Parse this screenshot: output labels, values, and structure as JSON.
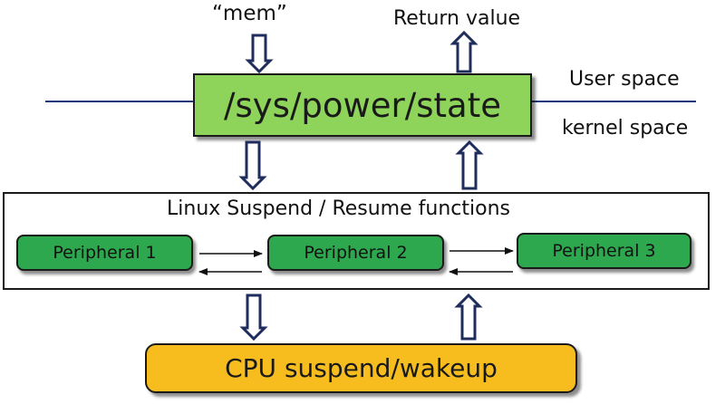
{
  "labels": {
    "mem": "“mem”",
    "return_value": "Return value",
    "user_space": "User space",
    "kernel_space": "kernel space"
  },
  "sysfs_box": {
    "text": "/sys/power/state"
  },
  "suspend_resume": {
    "title": "Linux Suspend / Resume functions",
    "peripherals": [
      "Peripheral 1",
      "Peripheral 2",
      "Peripheral 3"
    ]
  },
  "cpu_box": {
    "text": "CPU suspend/wakeup"
  },
  "colors": {
    "sysfs_fill": "#8ed35a",
    "peripheral_fill": "#2ea84e",
    "cpu_fill": "#f7bd1e",
    "line": "#1f3b7a",
    "arrow_outline": "#1f2d5c"
  }
}
